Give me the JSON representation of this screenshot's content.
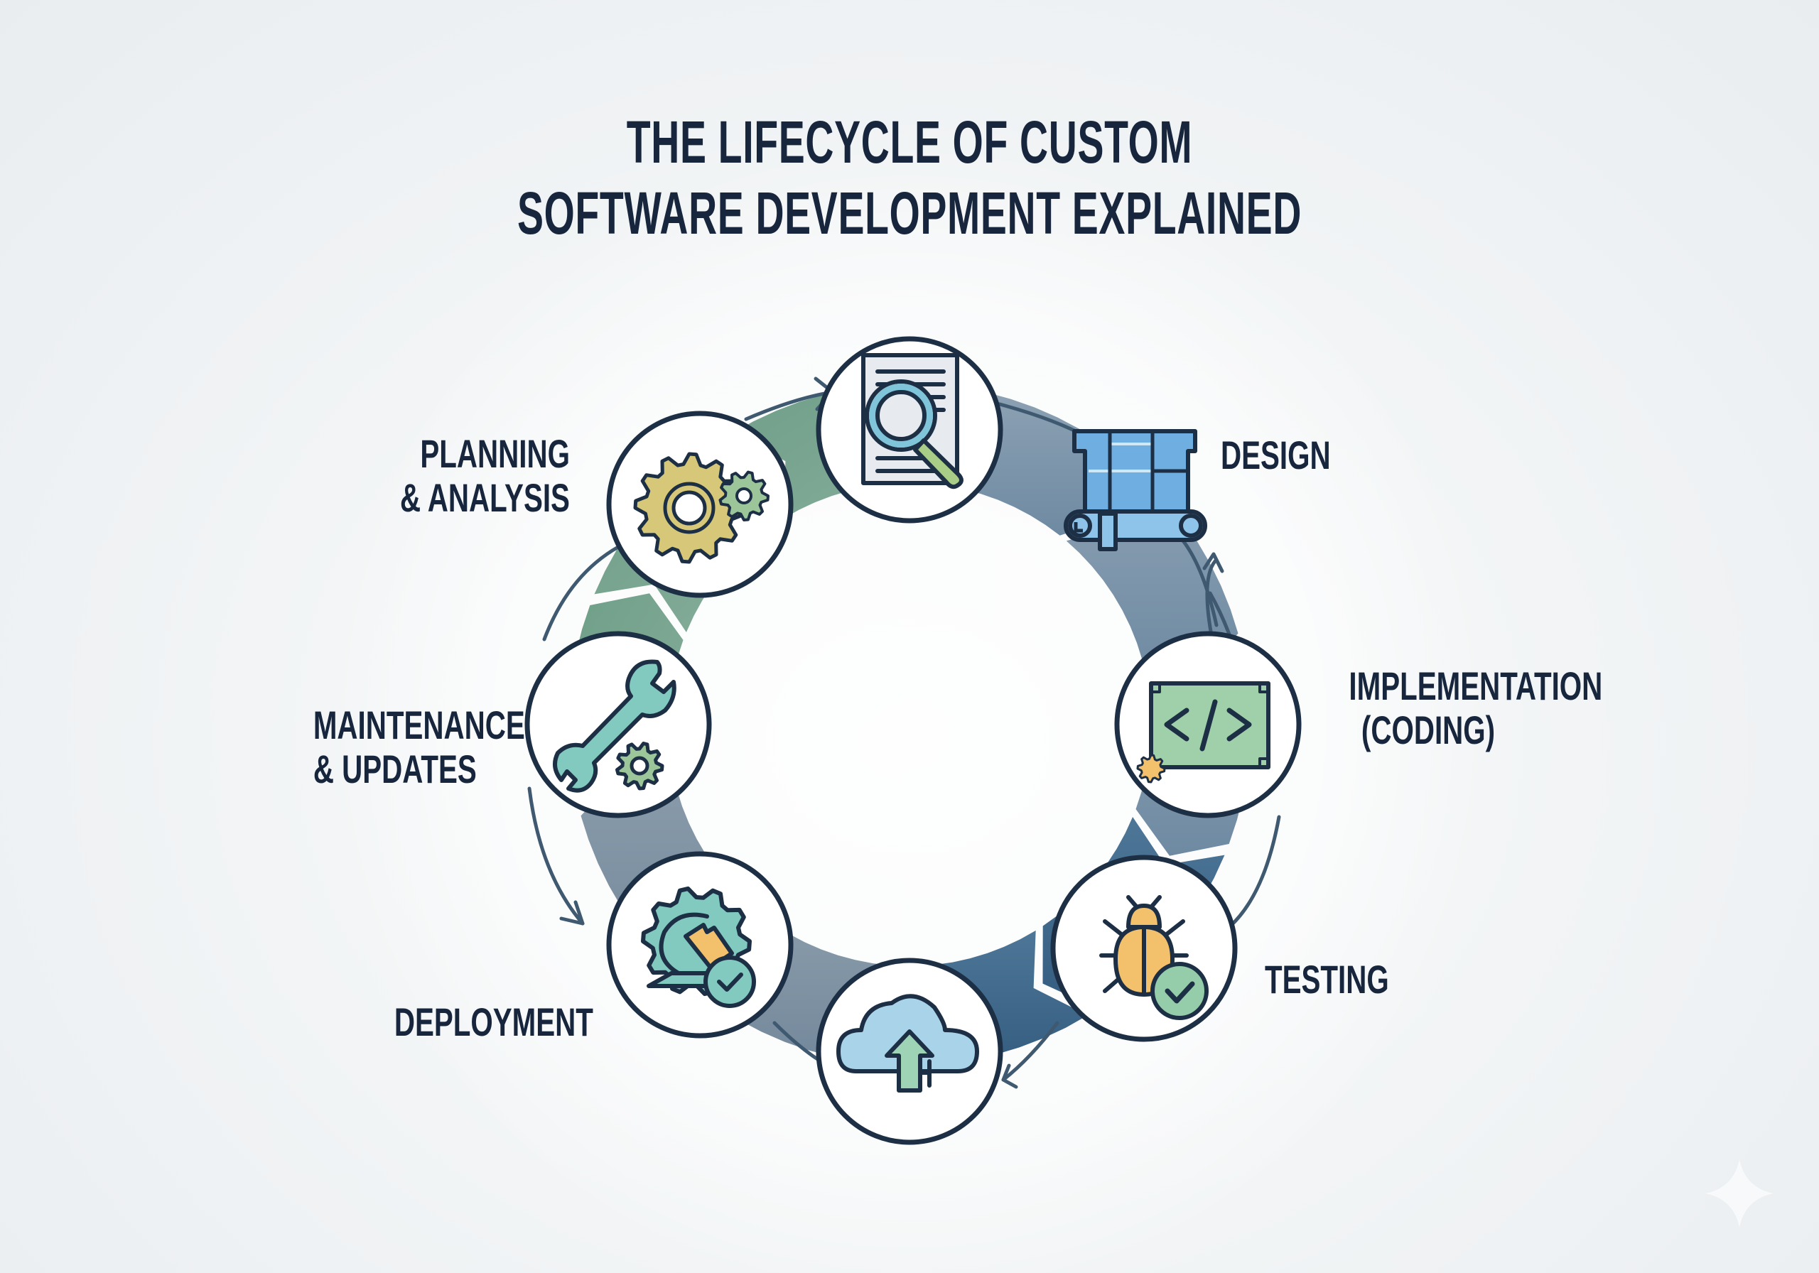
{
  "title": {
    "line1": "THE LIFECYCLE OF CUSTOM",
    "line2": "SOFTWARE  DEVELOPMENT EXPLAINED"
  },
  "stages": [
    {
      "id": "planning",
      "line1": "PLANNING",
      "line2": "& ANALYSIS",
      "icon": "gears-icon"
    },
    {
      "id": "requirements",
      "icon": "document-magnifier-icon"
    },
    {
      "id": "design",
      "line1": "DESIGN",
      "icon": "blueprint-icon"
    },
    {
      "id": "implementation",
      "line1": "IMPLEMENTATION",
      "line2": "(CODING)",
      "icon": "code-window-icon"
    },
    {
      "id": "testing",
      "line1": "TESTING",
      "icon": "bug-check-icon"
    },
    {
      "id": "release",
      "icon": "cloud-upload-icon"
    },
    {
      "id": "deployment",
      "line1": "DEPLOYMENT",
      "icon": "gear-deploy-check-icon"
    },
    {
      "id": "maintenance",
      "line1": "MAINTENANCE",
      "line2": "& UPDATES",
      "icon": "wrench-gear-icon"
    }
  ],
  "colors": {
    "text": "#17263d",
    "outline": "#1d2f45",
    "ring_green": "#74a38f",
    "ring_slate": "#7f97ab",
    "ring_blue": "#3e6789",
    "ring_gray": "#8397a8",
    "arrow_line": "#3f5a70",
    "gear_yellow": "#d6c878",
    "gear_green": "#9cc69a",
    "teal": "#82c9bf",
    "light_blue": "#a9d3e8",
    "blueprint": "#78b2e0",
    "code_green": "#9fd0a9",
    "orange": "#f3c06b",
    "check_green": "#95ccaa",
    "paper": "#e7eaee"
  }
}
